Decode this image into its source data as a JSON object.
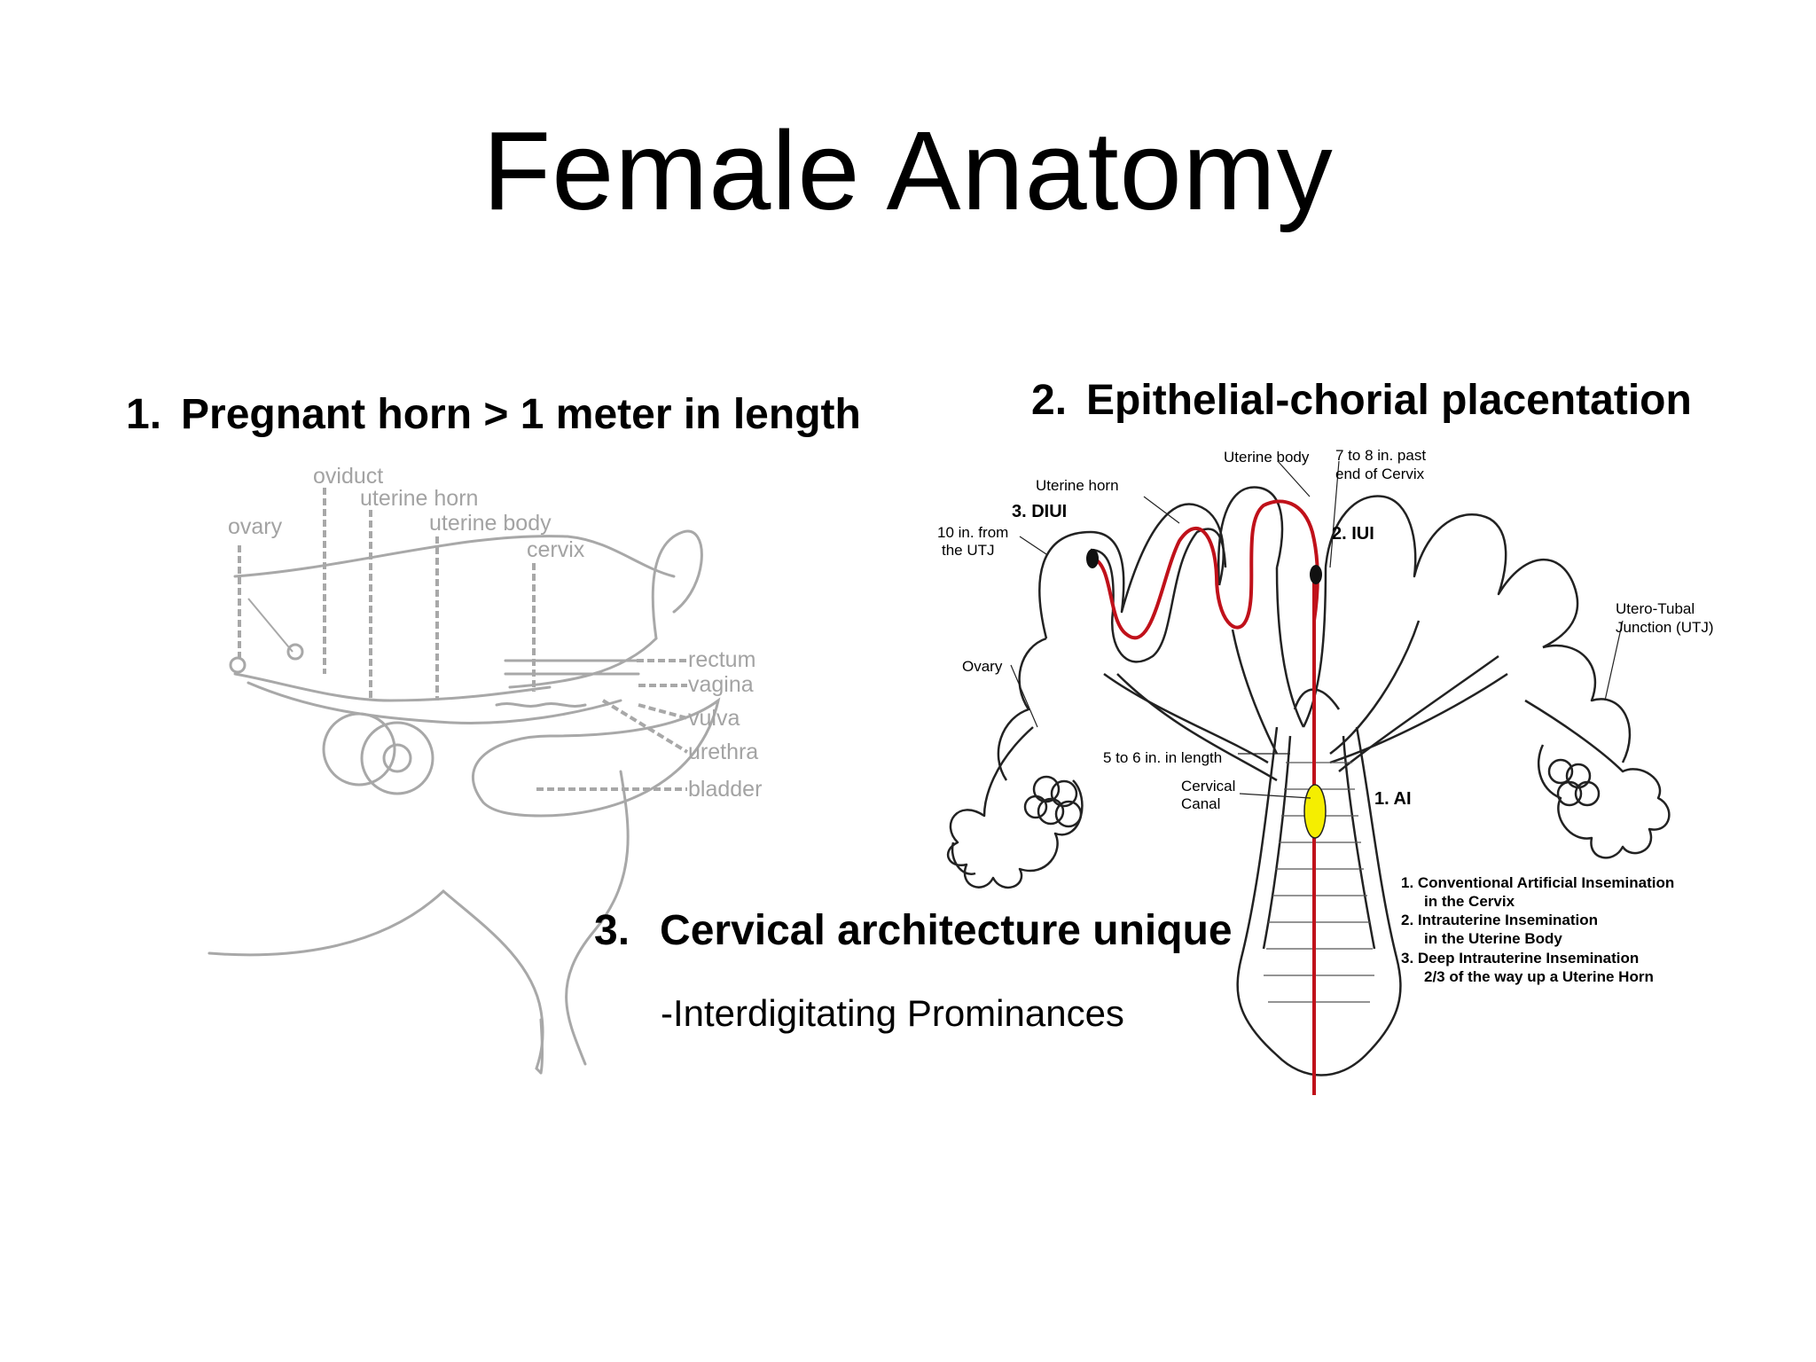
{
  "title": "Female Anatomy",
  "points": [
    {
      "number": "1.",
      "text": "Pregnant horn > 1 meter in length"
    },
    {
      "number": "2.",
      "text": "Epithelial-chorial placentation"
    },
    {
      "number": "3.",
      "text": "Cervical architecture unique"
    }
  ],
  "sub_point": "-Interdigitating Prominances",
  "left_diagram": {
    "labels": {
      "oviduct": "oviduct",
      "uterine_horn": "uterine horn",
      "ovary": "ovary",
      "uterine_body": "uterine body",
      "cervix": "cervix",
      "rectum": "rectum",
      "vagina": "vagina",
      "vulva": "vulva",
      "urethra": "urethra",
      "bladder": "bladder"
    }
  },
  "right_diagram": {
    "labels": {
      "uterine_body": "Uterine body",
      "past_cervix_1": "7 to 8 in. past",
      "past_cervix_2": "end of Cervix",
      "uterine_horn": "Uterine horn",
      "diui": "3. DIUI",
      "from_utj_1": "10 in. from",
      "from_utj_2": "the UTJ",
      "iui": "2. IUI",
      "utj_1": "Utero-Tubal",
      "utj_2": "Junction (UTJ)",
      "ovary": "Ovary",
      "length": "5 to 6 in. in length",
      "canal_1": "Cervical",
      "canal_2": "Canal",
      "ai": "1. AI"
    },
    "legend": [
      "1. Conventional Artificial Insemination",
      "in the Cervix",
      "2. Intrauterine Insemination",
      "in the Uterine Body",
      "3. Deep Intrauterine Insemination",
      "2/3 of the way up a Uterine Horn"
    ],
    "colors": {
      "catheter": "#c0111a",
      "cervical_marker": "#f5ee00"
    }
  }
}
